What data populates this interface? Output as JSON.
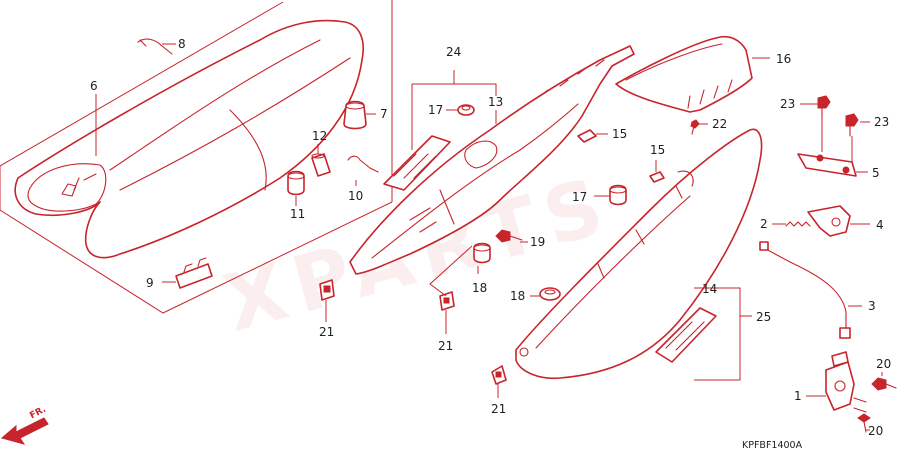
{
  "watermark": "XPARTS",
  "diagram_code": "KPFBF1400A",
  "direction_label": "FR.",
  "callouts": [
    "24",
    "13",
    "6",
    "8",
    "7",
    "12",
    "10",
    "11",
    "9",
    "16",
    "17",
    "15",
    "22",
    "15",
    "17",
    "19",
    "18",
    "18",
    "21",
    "21",
    "21",
    "23",
    "23",
    "5",
    "2",
    "4",
    "3",
    "14",
    "25",
    "1",
    "20",
    "20"
  ],
  "colors": {
    "line": "#c8242b",
    "text": "#1f1f1f",
    "background": "#ffffff"
  }
}
